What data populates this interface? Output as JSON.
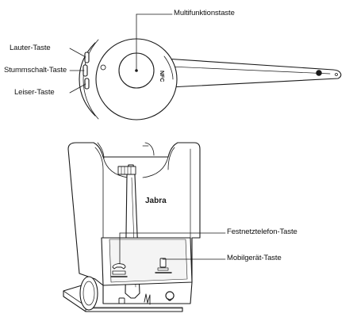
{
  "headset": {
    "labels": {
      "multifunction": "Multifunktionstaste",
      "volume_up": "Lauter-Taste",
      "mute": "Stummschalt-Taste",
      "volume_down": "Leiser-Taste"
    },
    "nfc_text": "NFC"
  },
  "base": {
    "brand": "Jabra",
    "labels": {
      "desk_phone": "Festnetztelefon-Taste",
      "mobile": "Mobilgerät-Taste"
    }
  },
  "colors": {
    "line": "#1a1a1a",
    "fill": "#ffffff",
    "shade": "#e9e9e9"
  }
}
